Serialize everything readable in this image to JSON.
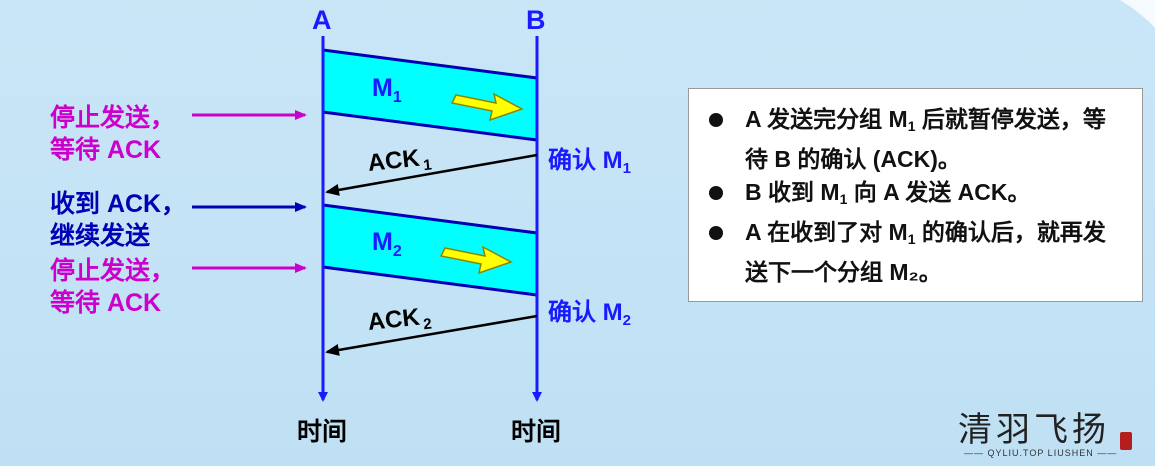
{
  "stations": {
    "a": "A",
    "b": "B"
  },
  "time_labels": {
    "a": "时间",
    "b": "时间"
  },
  "left_notes": {
    "stop_wait_1": [
      "停止发送，",
      "等待 ACK"
    ],
    "received": [
      "收到 ACK，",
      "继续发送"
    ],
    "stop_wait_2": [
      "停止发送，",
      "等待 ACK"
    ]
  },
  "messages": [
    {
      "label": "M",
      "sub": "1"
    },
    {
      "label": "M",
      "sub": "2"
    }
  ],
  "acks": [
    {
      "label": "ACK",
      "sub": "1"
    },
    {
      "label": "ACK",
      "sub": "2"
    }
  ],
  "confirms": [
    {
      "label": "确认 M",
      "sub": "1"
    },
    {
      "label": "确认 M",
      "sub": "2"
    }
  ],
  "info_points": [
    {
      "pre": "A 发送完分组 M",
      "sub": "1",
      "post": " 后就暂停发送，等待 B 的确认 (ACK)。"
    },
    {
      "pre": "B 收到 M",
      "sub": "1",
      "post": " 向 A 发送  ACK。"
    },
    {
      "pre": "A 在收到了对 M",
      "sub": "1",
      "post": " 的确认后，就再发送下一个分组  M₂。"
    }
  ],
  "watermark": {
    "title": "清羽飞扬",
    "subtitle": "—— QYLIU.TOP  LIUSHEN ——"
  },
  "colors": {
    "timeline": "#1a1aff",
    "message_fill": "#00ffff",
    "note_magenta": "#cc00cc",
    "note_blue": "#0000b4",
    "arrow_yellow": "#ffff00"
  }
}
